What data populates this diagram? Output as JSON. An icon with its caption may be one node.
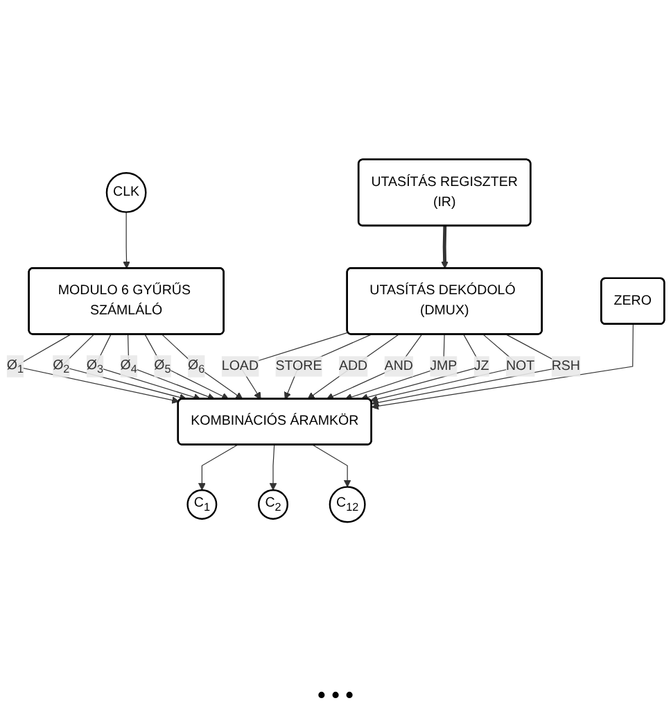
{
  "diagram": {
    "nodes": [
      {
        "text": [
          "CLK"
        ]
      },
      {
        "text": [
          "MODULO 6 GYŰRŰS SZÁMLÁLÓ"
        ]
      },
      {
        "text": [
          "UTASÍTÁS DEKÓDOLÓ (DMUX)"
        ]
      },
      {
        "text": [
          "KOMBINÁCIÓS ÁRAMKÖR"
        ]
      },
      {
        "text": [
          "UTASÍTÁS REGISZTER",
          "(IR)"
        ]
      },
      {
        "text": [
          "ZERO"
        ]
      },
      {
        "text": [
          "C$_{1}$"
        ]
      },
      {
        "text": [
          "C$_{2}$"
        ]
      },
      {
        "text": [
          "C$_{12}$"
        ]
      }
    ],
    "edges": [
      {
        "from": 0,
        "to": 1,
        "arrow": "to"
      },
      {
        "from": 1,
        "to": 3,
        "arrow": "to",
        "label": "Ø$_{1}$"
      },
      {
        "from": 1,
        "to": 3,
        "arrow": "to",
        "label": "Ø$_{2}$"
      },
      {
        "from": 1,
        "to": 3,
        "arrow": "to",
        "label": "Ø$_{3}$"
      },
      {
        "from": 1,
        "to": 3,
        "arrow": "to",
        "label": "Ø$_{4}$"
      },
      {
        "from": 1,
        "to": 3,
        "arrow": "to",
        "label": "Ø$_{5}$"
      },
      {
        "from": 1,
        "to": 3,
        "arrow": "to",
        "label": "Ø$_{6}$"
      },
      {
        "from": 2,
        "to": 3,
        "arrow": "to",
        "label": "LOAD"
      },
      {
        "from": 2,
        "to": 3,
        "arrow": "to",
        "label": "STORE"
      },
      {
        "from": 2,
        "to": 3,
        "arrow": "to",
        "label": "ADD"
      },
      {
        "from": 2,
        "to": 3,
        "arrow": "to",
        "label": "AND"
      },
      {
        "from": 2,
        "to": 3,
        "arrow": "to",
        "label": "JMP"
      },
      {
        "from": 2,
        "to": 3,
        "arrow": "to",
        "label": "JZ"
      },
      {
        "from": 2,
        "to": 3,
        "arrow": "to",
        "label": "NOT"
      },
      {
        "from": 2,
        "to": 3,
        "arrow": "to",
        "label": "RSH"
      },
      {
        "from": 4,
        "to": 2,
        "arrow": "to",
        "style": "thick"
      },
      {
        "from": 5,
        "to": 3,
        "arrow": "to"
      },
      {
        "from": 3,
        "to": 6,
        "arrow": "to"
      },
      {
        "from": 3,
        "to": 7,
        "arrow": "to"
      },
      {
        "from": 3,
        "to": 8,
        "arrow": "to"
      }
    ],
    "labels": [
      "• • •"
    ]
  }
}
